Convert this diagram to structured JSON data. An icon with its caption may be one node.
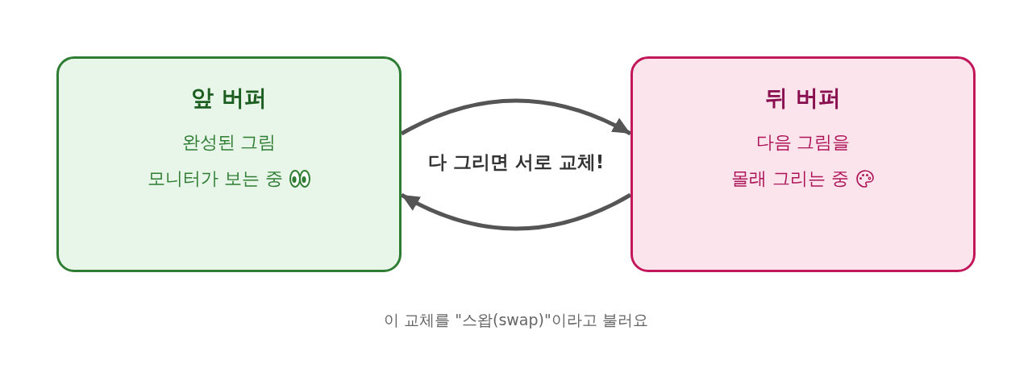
{
  "diagram": {
    "caption": "이 교체를 \"스왑(swap)\"이라고 불러요",
    "nodes": [
      {
        "text": [
          "앞 버퍼",
          "완성된 그림",
          "모니터가 보는 중"
        ]
      },
      {
        "text": [
          "뒤 버퍼",
          "다음 그림을",
          "몰래 그리는 중"
        ]
      }
    ],
    "edges": [
      {
        "from": 0,
        "to": 1,
        "arrow": "to"
      },
      {
        "from": 1,
        "to": 0,
        "arrow": "to"
      }
    ],
    "labels": [
      "다 그리면 서로 교체!"
    ]
  }
}
